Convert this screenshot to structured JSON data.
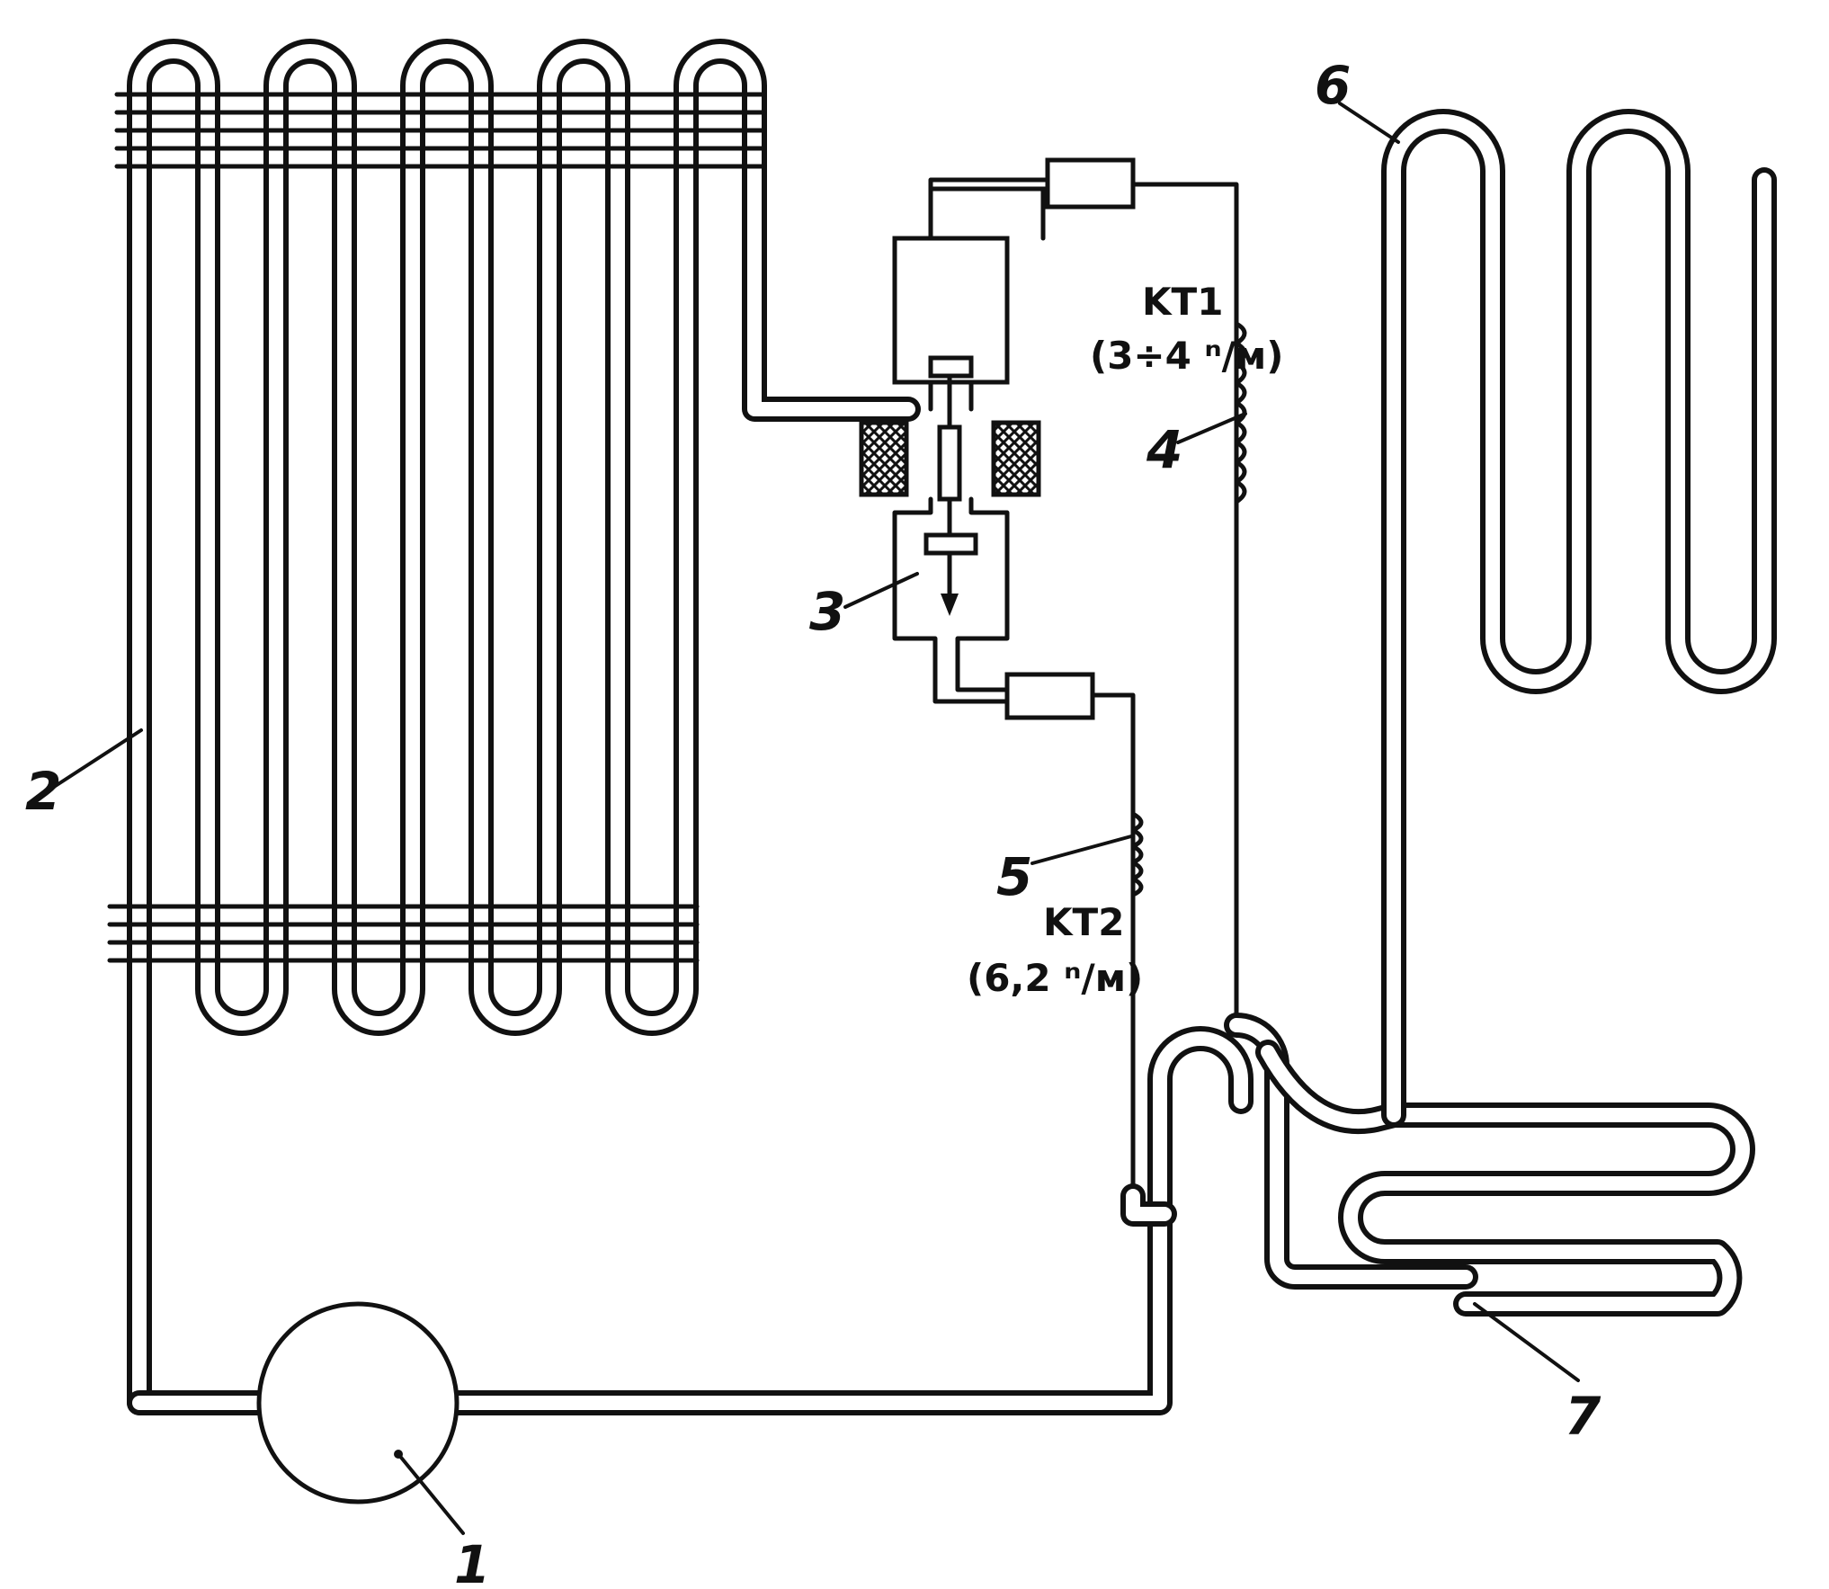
{
  "labels": {
    "compressor": "1",
    "condenser": "2",
    "valve": "3",
    "capillary1": "4",
    "capillary2": "5",
    "evaporator_freezer": "6",
    "evaporator_fridge": "7"
  },
  "notes": {
    "kt1": "KT1",
    "kt1_value": "(3÷4 ⁿ/м)",
    "kt2": "KT2",
    "kt2_value": "(6,2 ⁿ/м)"
  },
  "colors": {
    "ink": "#111111",
    "paper": "#ffffff"
  }
}
